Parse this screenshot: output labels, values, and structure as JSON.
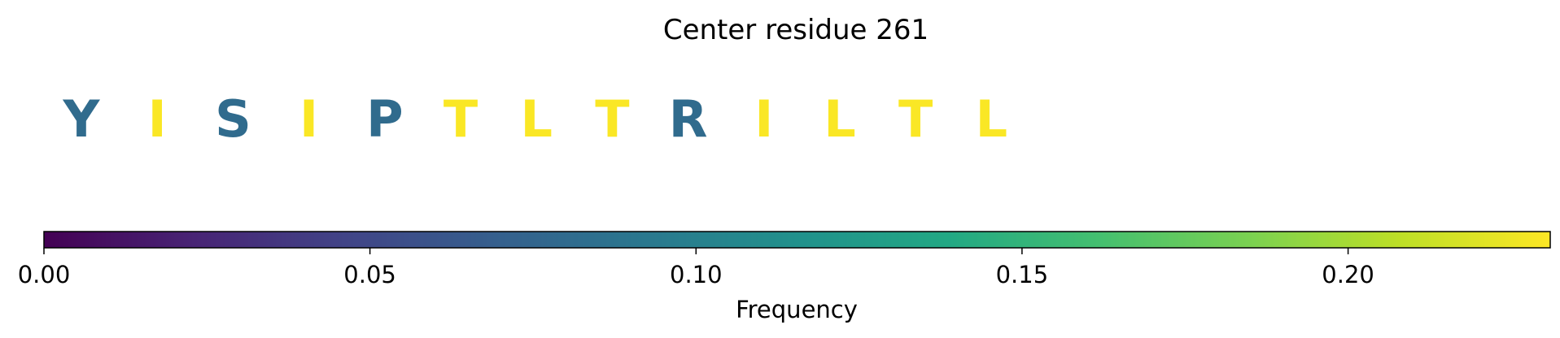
{
  "chart_data": {
    "type": "sequence-frequency",
    "title": "Center residue 261",
    "residues": [
      {
        "letter": "Y",
        "frequency": 0.08
      },
      {
        "letter": "I",
        "frequency": 0.23
      },
      {
        "letter": "S",
        "frequency": 0.08
      },
      {
        "letter": "I",
        "frequency": 0.23
      },
      {
        "letter": "P",
        "frequency": 0.08
      },
      {
        "letter": "T",
        "frequency": 0.23
      },
      {
        "letter": "L",
        "frequency": 0.23
      },
      {
        "letter": "T",
        "frequency": 0.23
      },
      {
        "letter": "R",
        "frequency": 0.08
      },
      {
        "letter": "I",
        "frequency": 0.23
      },
      {
        "letter": "L",
        "frequency": 0.23
      },
      {
        "letter": "T",
        "frequency": 0.23
      },
      {
        "letter": "L",
        "frequency": 0.23
      }
    ],
    "colorbar": {
      "colormap": "viridis",
      "range": [
        0,
        0.231
      ],
      "ticks": [
        0.0,
        0.05,
        0.1,
        0.15,
        0.2
      ],
      "tick_labels": [
        "0.00",
        "0.05",
        "0.10",
        "0.15",
        "0.20"
      ],
      "label": "Frequency",
      "orientation": "horizontal"
    }
  }
}
